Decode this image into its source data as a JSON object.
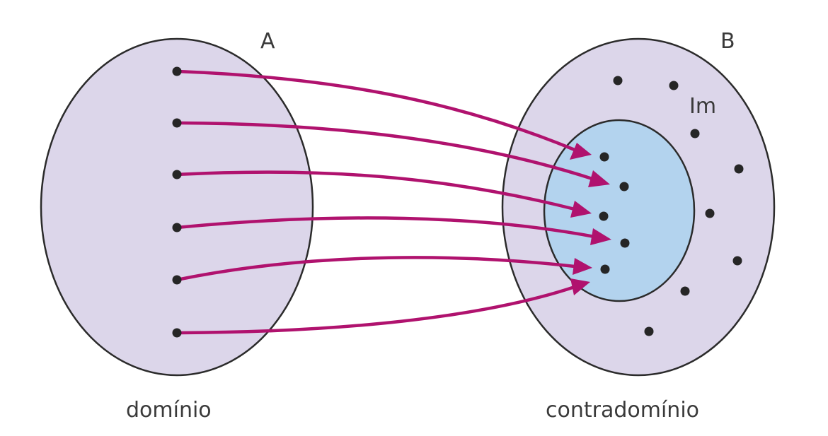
{
  "sets": {
    "domain": {
      "letter": "A",
      "caption": "domínio"
    },
    "codomain": {
      "letter": "B",
      "caption": "contradomínio"
    },
    "image": {
      "label": "Im"
    }
  },
  "colors": {
    "set_fill": "#dcd6ea",
    "image_fill": "#b3d3ee",
    "outline": "#2b2b2b",
    "arrow": "#b0126e",
    "dot": "#262626",
    "text": "#3a3a3a"
  },
  "mapping": {
    "domain_elements": 6,
    "image_elements": 5,
    "codomain_extra_elements": 8,
    "arrows": [
      {
        "from": 1,
        "to": 1
      },
      {
        "from": 2,
        "to": 2
      },
      {
        "from": 3,
        "to": 3
      },
      {
        "from": 4,
        "to": 4
      },
      {
        "from": 5,
        "to": 5
      },
      {
        "from": 6,
        "to": 5
      }
    ]
  }
}
